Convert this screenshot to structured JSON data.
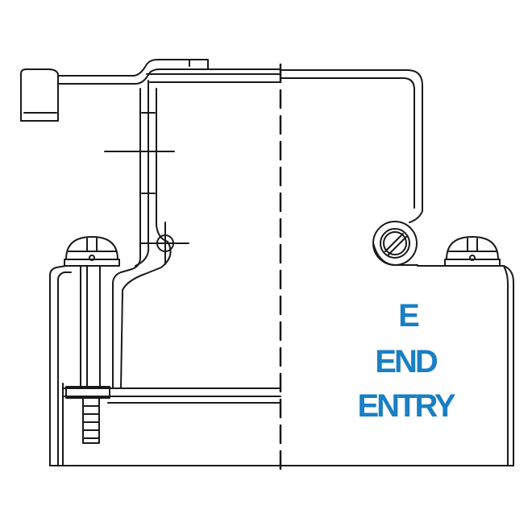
{
  "labels": {
    "line1": "E",
    "line2": "END",
    "line3": "ENTRY"
  },
  "colors": {
    "line": "#1a1a1a",
    "label": "#1a7fc3",
    "background": "#ffffff"
  },
  "icons": {
    "screw_left": "pan-head-screw-icon",
    "screw_right": "pan-head-screw-icon",
    "screw_round": "slotted-screw-icon",
    "pivot": "crosshair-pivot-icon"
  }
}
